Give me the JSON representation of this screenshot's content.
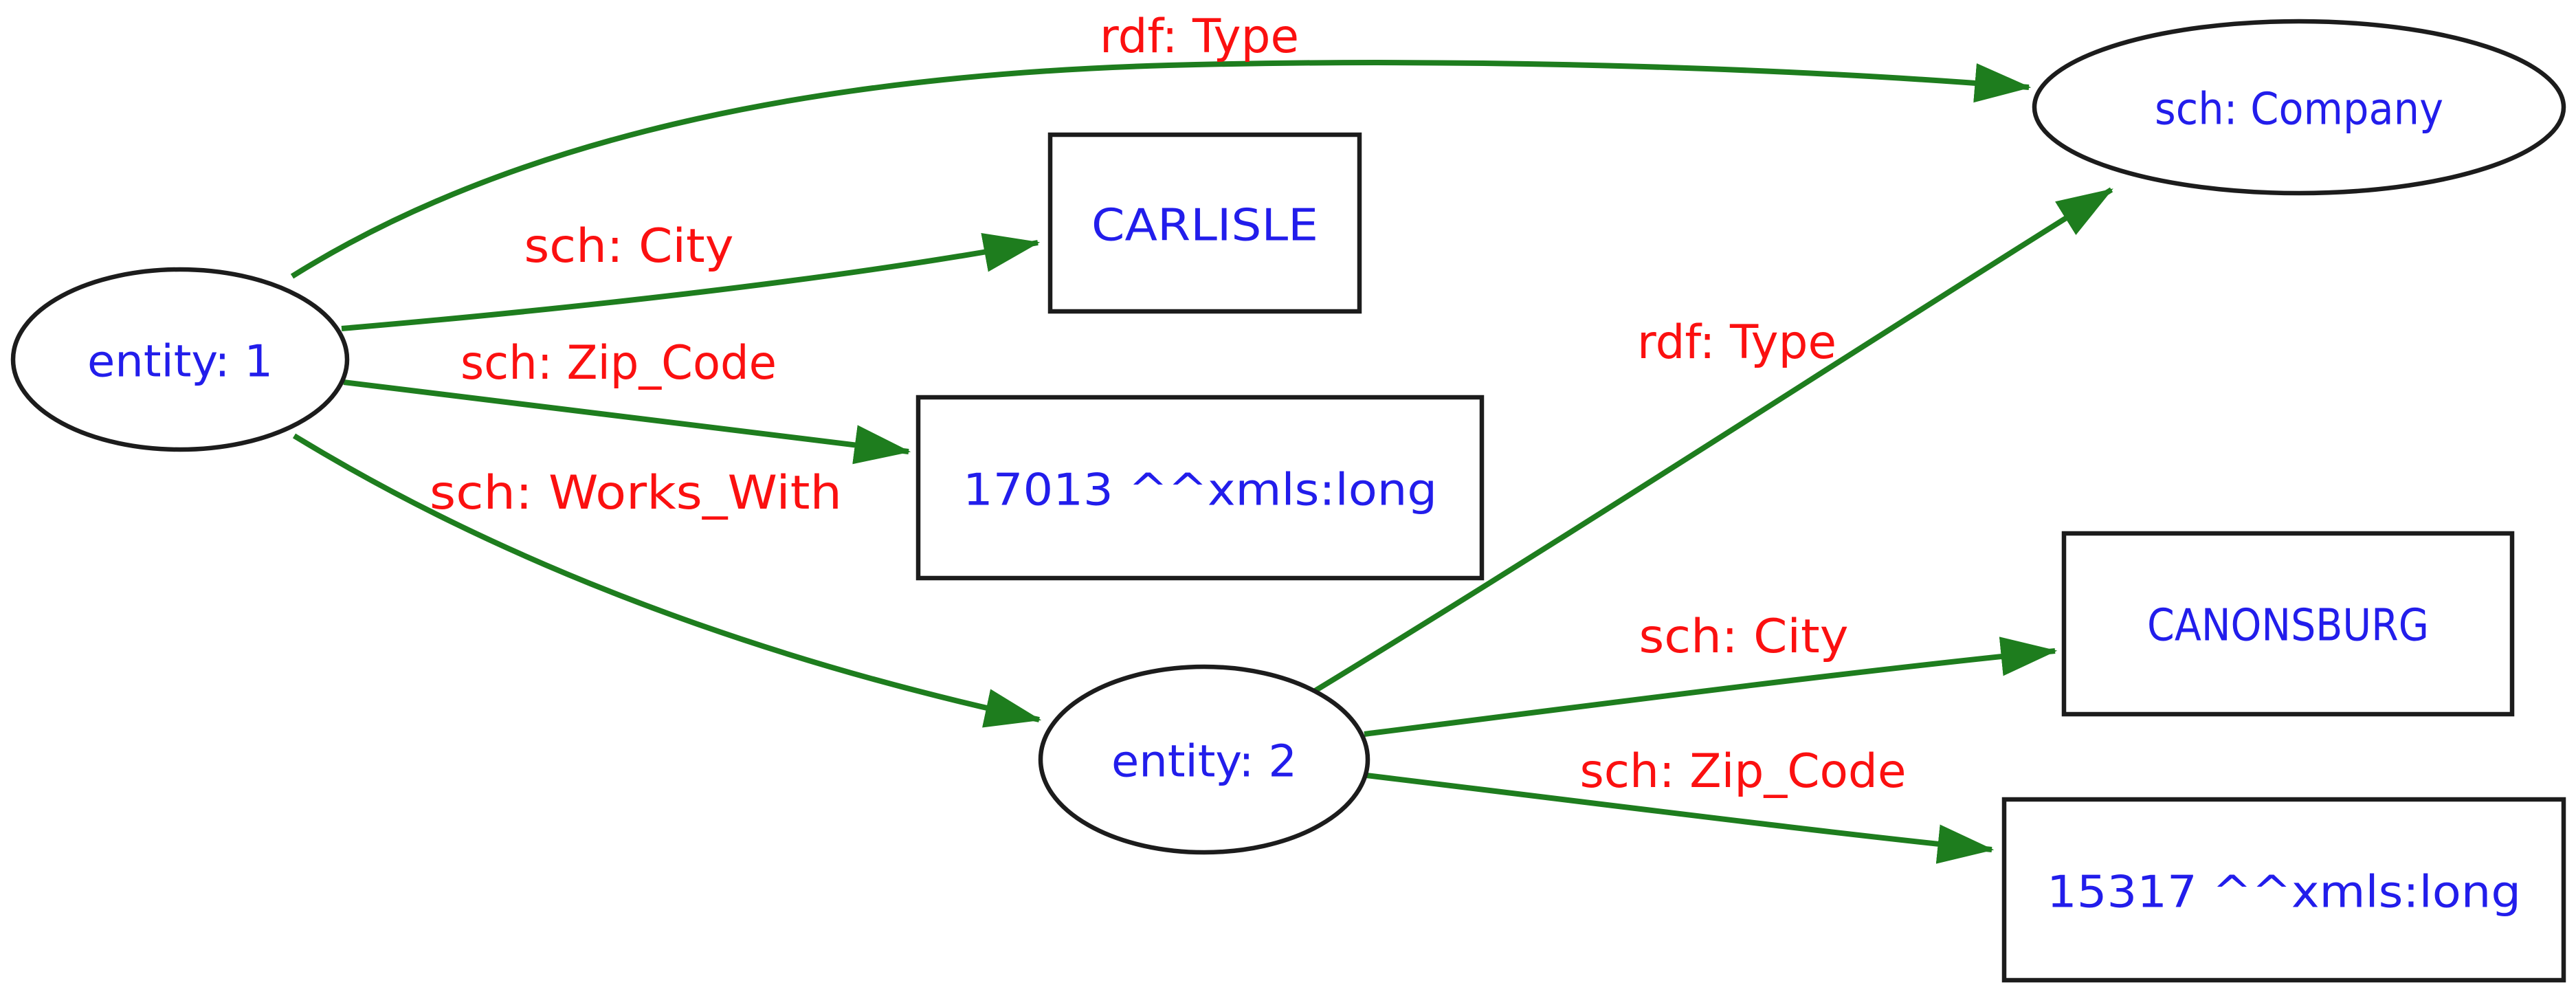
{
  "diagram": {
    "kind": "rdf-graph",
    "colors": {
      "edge": "#1e7d1e",
      "edge_label": "#fb1010",
      "node_label": "#221deb",
      "node_border": "#1c1c1c",
      "node_fill": "#ffffff",
      "background": "#ffffff"
    },
    "nodes": [
      {
        "id": "entity-1",
        "shape": "ellipse",
        "label": "entity: 1"
      },
      {
        "id": "entity-2",
        "shape": "ellipse",
        "label": "entity: 2"
      },
      {
        "id": "sch-company",
        "shape": "ellipse",
        "label": "sch: Company"
      },
      {
        "id": "carlisle",
        "shape": "box",
        "label": "CARLISLE"
      },
      {
        "id": "zip-17013",
        "shape": "box",
        "label": "17013 ^^xmls:long"
      },
      {
        "id": "canonsburg",
        "shape": "box",
        "label": "CANONSBURG"
      },
      {
        "id": "zip-15317",
        "shape": "box",
        "label": "15317 ^^xmls:long"
      }
    ],
    "edges": [
      {
        "from": "entity-1",
        "to": "sch-company",
        "label": "rdf: Type"
      },
      {
        "from": "entity-1",
        "to": "carlisle",
        "label": "sch: City"
      },
      {
        "from": "entity-1",
        "to": "zip-17013",
        "label": "sch: Zip_Code"
      },
      {
        "from": "entity-1",
        "to": "entity-2",
        "label": "sch: Works_With"
      },
      {
        "from": "entity-2",
        "to": "sch-company",
        "label": "rdf: Type"
      },
      {
        "from": "entity-2",
        "to": "canonsburg",
        "label": "sch: City"
      },
      {
        "from": "entity-2",
        "to": "zip-15317",
        "label": "sch: Zip_Code"
      }
    ]
  }
}
